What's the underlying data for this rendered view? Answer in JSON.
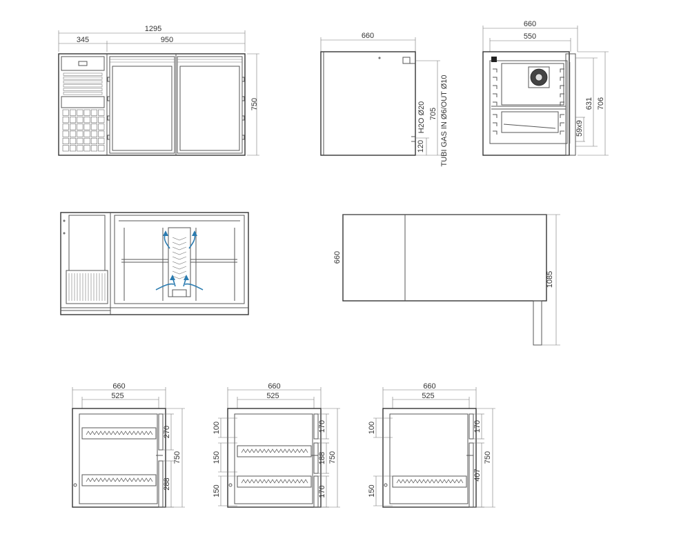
{
  "front": {
    "total_width": "1295",
    "left_width": "345",
    "right_width": "950",
    "height": "750"
  },
  "side": {
    "depth": "660",
    "h2o_label": "H2O Ø20",
    "height_705": "705",
    "height_120": "120",
    "gas_label": "TUBI GAS IN Ø6/OUT Ø10"
  },
  "section": {
    "overall": "660",
    "inner": "550",
    "height_631": "631",
    "height_706": "706",
    "gap": "59x9"
  },
  "plan": {
    "depth": "660",
    "width": "1085"
  },
  "drawer_views": [
    {
      "overall": "660",
      "inner": "525",
      "height": "750",
      "labels": [
        "270",
        "288"
      ],
      "left_labels": []
    },
    {
      "overall": "660",
      "inner": "525",
      "height": "750",
      "labels": [
        "170",
        "188",
        "170"
      ],
      "left_labels": [
        "100",
        "150",
        "150"
      ]
    },
    {
      "overall": "660",
      "inner": "525",
      "height": "750",
      "labels": [
        "170",
        "407"
      ],
      "left_labels": [
        "100",
        "150"
      ]
    }
  ],
  "colors": {
    "line": "#555555",
    "airflow": "#2a7bb0",
    "background": "#ffffff"
  }
}
